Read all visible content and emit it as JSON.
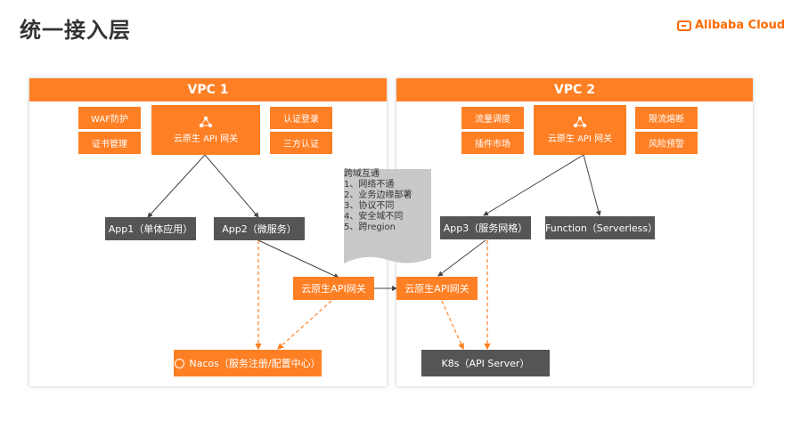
{
  "page": {
    "title": "统一接入层",
    "logo": "Alibaba Cloud"
  },
  "vpc1": {
    "label": "VPC 1",
    "left_items": [
      "WAF防护",
      "证书管理"
    ],
    "gateway": "云原生 API 网关",
    "right_items": [
      "认证登录",
      "三方认证"
    ],
    "app1": "App1（单体应用）",
    "app2": "App2（微服务）",
    "bridge_gateway": "云原生API网关",
    "registry": "Nacos（服务注册/配置中心）"
  },
  "vpc2": {
    "label": "VPC 2",
    "left_items": [
      "流量调度",
      "插件市场"
    ],
    "gateway": "云原生 API 网关",
    "right_items": [
      "限流熔断",
      "风险预警"
    ],
    "app3": "App3（服务网格）",
    "function": "Function（Serverless）",
    "bridge_gateway": "云原生API网关",
    "k8s": "K8s（API Server）"
  },
  "note": {
    "heading": "跨域互通",
    "items": [
      "1、网络不通",
      "2、业务边缘部署",
      "3、协议不同",
      "4、安全域不同",
      "5、跨region"
    ]
  },
  "colors": {
    "accent": "#ff7f24",
    "dark_box": "#555555",
    "note_bg": "#c8c8c8"
  }
}
